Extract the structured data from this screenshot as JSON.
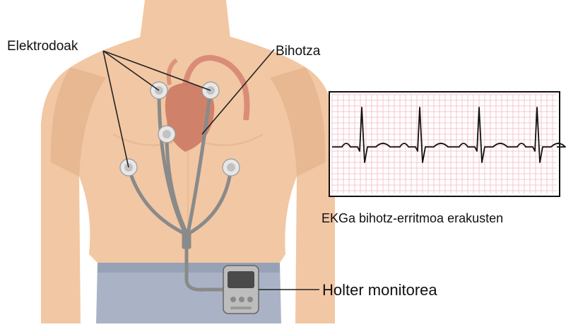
{
  "labels": {
    "electrodes": "Elektrodoak",
    "heart": "Bihotza",
    "ecg_caption": "EKGa bihotz-erritmoa erakusten",
    "holter": "Holter monitorea"
  },
  "colors": {
    "skin": "#f2c7a3",
    "skin_shadow": "#dea984",
    "pants": "#aab3c6",
    "pants_shadow": "#8c96ab",
    "heart": "#c9765f",
    "vessel": "#d07a69",
    "cable": "#8a8a8a",
    "electrode_outer": "#e7e7e7",
    "electrode_inner": "#c2c2c2",
    "ecg_grid": "#f3b8c3",
    "ecg_trace": "#111111",
    "leader_line": "#222222"
  }
}
